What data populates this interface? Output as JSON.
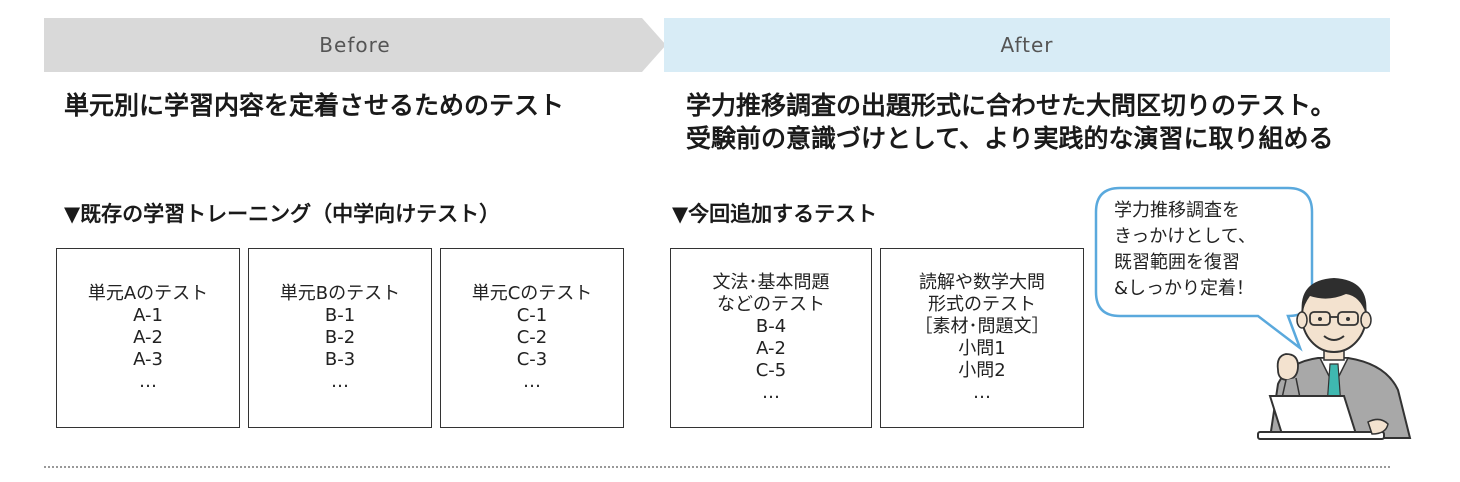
{
  "before": {
    "label": "Before",
    "headline": "単元別に学習内容を定着させるためのテスト"
  },
  "after": {
    "label": "After",
    "headline_lines": [
      "学力推移調査の出題形式に合わせた大問区切りのテスト。",
      "受験前の意識づけとして、より実践的な演習に取り組める"
    ]
  },
  "existing_section": {
    "title": "▼既存の学習トレーニング（中学向けテスト）",
    "boxes": [
      {
        "lines": [
          "単元Aのテスト",
          "A-1",
          "A-2",
          "A-3",
          "…"
        ]
      },
      {
        "lines": [
          "単元Bのテスト",
          "B-1",
          "B-2",
          "B-3",
          "…"
        ]
      },
      {
        "lines": [
          "単元Cのテスト",
          "C-1",
          "C-2",
          "C-3",
          "…"
        ]
      }
    ]
  },
  "new_section": {
    "title": "▼今回追加するテスト",
    "boxes": [
      {
        "lines": [
          "文法･基本問題",
          "などのテスト",
          "B-4",
          "A-2",
          "C-5",
          "…"
        ]
      },
      {
        "lines": [
          "読解や数学大問",
          "形式のテスト",
          "［素材･問題文］",
          "小問1",
          "小問2",
          "…"
        ]
      }
    ]
  },
  "speech_bubble": {
    "lines": [
      "学力推移調査を",
      "きっかけとして、",
      "既習範囲を復習",
      "&しっかり定着！"
    ]
  },
  "colors": {
    "before_banner": "#d9d9d9",
    "after_banner": "#d8ecf6",
    "bubble_border": "#5aa9dd",
    "tie": "#3fb8b0"
  }
}
